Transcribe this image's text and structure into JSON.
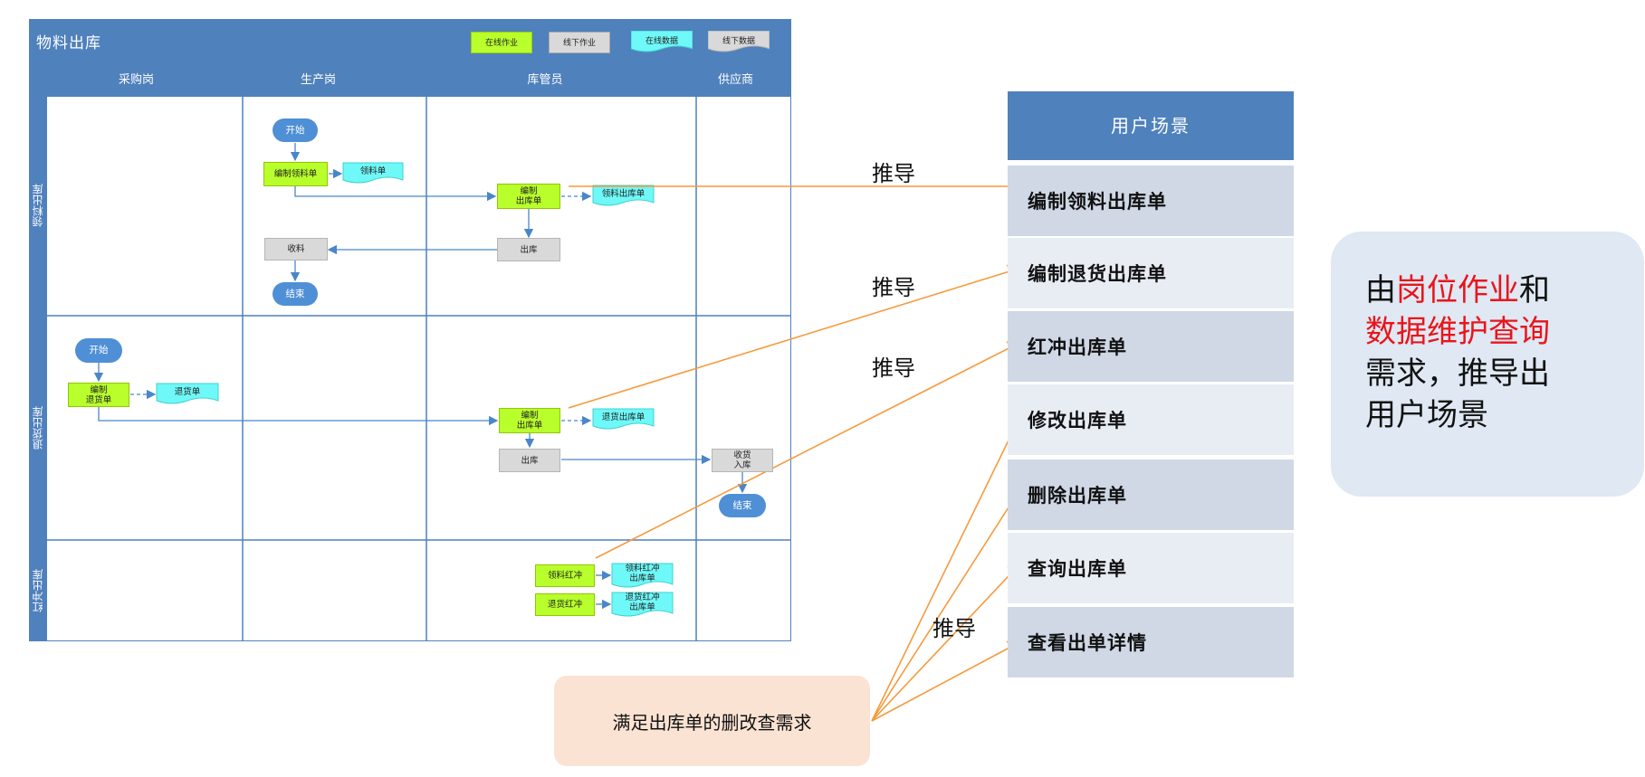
{
  "swimlane": {
    "title": "物料出库",
    "legend": {
      "online_op": "在线作业",
      "offline_op": "线下作业",
      "online_data": "在线数据",
      "offline_data": "线下数据"
    },
    "columns": [
      "采购岗",
      "生产岗",
      "库管员",
      "供应商"
    ],
    "rows": [
      "领料出库",
      "退货出库",
      "红冲出库"
    ],
    "lane1": {
      "start": "开始",
      "make_pick_list": "编制领料单",
      "pick_list_doc": "领料单",
      "make_outbound": "编制\n出库单",
      "pick_outbound_doc": "领料出库单",
      "outbound": "出库",
      "receive": "收料",
      "end": "结束"
    },
    "lane2": {
      "start": "开始",
      "make_return": "编制\n退货单",
      "return_doc": "退货单",
      "make_outbound": "编制\n出库单",
      "return_outbound_doc": "退货出库单",
      "outbound": "出库",
      "supplier_receive": "收货\n入库",
      "end": "结束"
    },
    "lane3": {
      "pick_red": "领料红冲",
      "pick_red_doc": "领料红冲\n出库单",
      "return_red": "退货红冲",
      "return_red_doc": "退货红冲\n出库单"
    }
  },
  "derive_label": "推导",
  "scenes": {
    "header": "用户场景",
    "items": [
      "编制领料出库单",
      "编制退货出库单",
      "红冲出库单",
      "修改出库单",
      "删除出库单",
      "查询出库单",
      "查看出单详情"
    ]
  },
  "note": {
    "p1": "由",
    "r1": "岗位作业",
    "p2": "和",
    "r2": "数据维护查询",
    "p3": "需求，推导出",
    "p4": "用户场景"
  },
  "requirement": "满足出库单的删改查需求",
  "colors": {
    "lane_blue": "#4f81bd",
    "online_op": "#b8ff2c",
    "offline_op": "#d9d9d9",
    "online_data": "#6ff8f8",
    "offline_data": "#d9d9d9",
    "arrow_orange": "#f59a3d",
    "scene_odd": "#d0d8e6",
    "scene_even": "#e8edf4",
    "note_bg": "#dfe8f3",
    "req_bg": "#fbe3d3"
  }
}
